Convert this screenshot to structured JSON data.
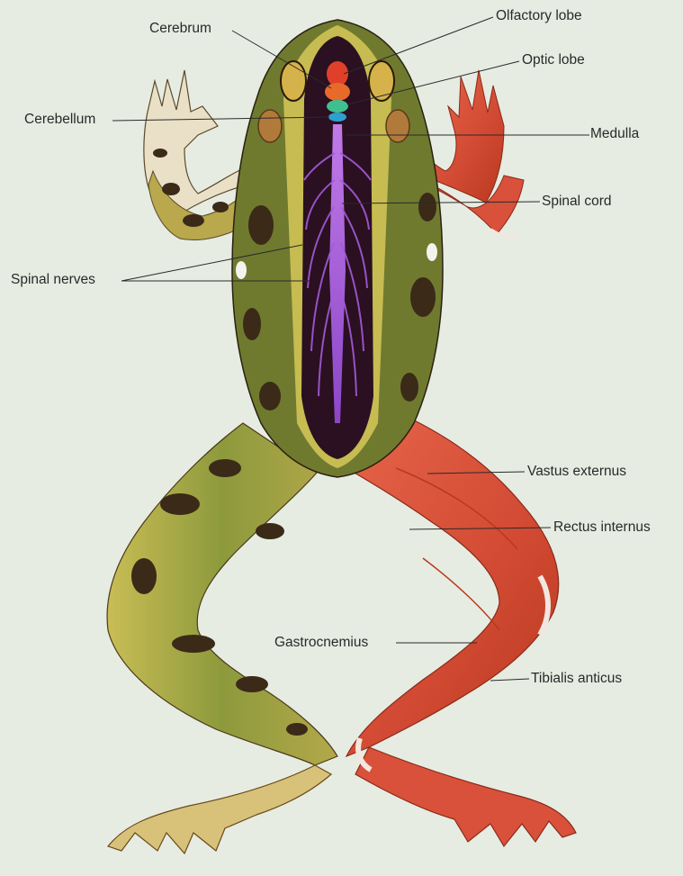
{
  "labels": {
    "cerebrum": "Cerebrum",
    "olfactory_lobe": "Olfactory lobe",
    "optic_lobe": "Optic lobe",
    "cerebellum": "Cerebellum",
    "medulla": "Medulla",
    "spinal_cord": "Spinal cord",
    "spinal_nerves": "Spinal nerves",
    "vastus_externus": "Vastus externus",
    "rectus_internus": "Rectus internus",
    "gastrocnemius": "Gastrocnemius",
    "tibialis_anticus": "Tibialis anticus"
  },
  "colors": {
    "background": "#e6ece2",
    "skin_green": "#8c9a3a",
    "skin_yellow": "#cfc45a",
    "skin_dark_spots": "#3b2a18",
    "cavity": "#2a1020",
    "spinal_cord": "#a35ad8",
    "muscle": "#d9513a",
    "tendon": "#f2e6e0",
    "brain_red": "#e0402a",
    "brain_green": "#3fbf8f"
  }
}
